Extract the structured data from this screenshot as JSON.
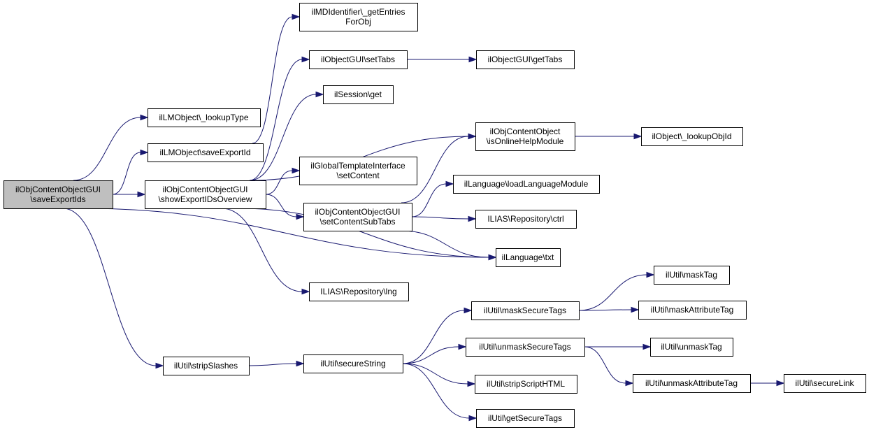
{
  "colors": {
    "edge": "#191970",
    "root_fill": "#bfbfbf",
    "node_fill": "#ffffff",
    "border": "#000000"
  },
  "nodes": [
    {
      "id": "root",
      "lines": [
        "ilObjContentObjectGUI",
        "\\saveExportIds"
      ],
      "root": true
    },
    {
      "id": "lookupType",
      "lines": [
        "ilLMObject\\_lookupType"
      ]
    },
    {
      "id": "saveExportId",
      "lines": [
        "ilLMObject\\saveExportId"
      ]
    },
    {
      "id": "showOverview",
      "lines": [
        "ilObjContentObjectGUI",
        "\\showExportIDsOverview"
      ]
    },
    {
      "id": "stripSlashes",
      "lines": [
        "ilUtil\\stripSlashes"
      ]
    },
    {
      "id": "mdGetEntries",
      "lines": [
        "ilMDIdentifier\\_getEntries",
        "ForObj"
      ]
    },
    {
      "id": "setTabs",
      "lines": [
        "ilObjectGUI\\setTabs"
      ]
    },
    {
      "id": "sessionGet",
      "lines": [
        "ilSession\\get"
      ]
    },
    {
      "id": "setContent",
      "lines": [
        "ilGlobalTemplateInterface",
        "\\setContent"
      ]
    },
    {
      "id": "setContentSubTabs",
      "lines": [
        "ilObjContentObjectGUI",
        "\\setContentSubTabs"
      ]
    },
    {
      "id": "repoLng",
      "lines": [
        "ILIAS\\Repository\\lng"
      ]
    },
    {
      "id": "secureString",
      "lines": [
        "ilUtil\\secureString"
      ]
    },
    {
      "id": "getTabs",
      "lines": [
        "ilObjectGUI\\getTabs"
      ]
    },
    {
      "id": "isOnlineHelp",
      "lines": [
        "ilObjContentObject",
        "\\isOnlineHelpModule"
      ]
    },
    {
      "id": "loadLangModule",
      "lines": [
        "ilLanguage\\loadLanguageModule"
      ]
    },
    {
      "id": "repoCtrl",
      "lines": [
        "ILIAS\\Repository\\ctrl"
      ]
    },
    {
      "id": "langTxt",
      "lines": [
        "ilLanguage\\txt"
      ]
    },
    {
      "id": "maskSecureTags",
      "lines": [
        "ilUtil\\maskSecureTags"
      ]
    },
    {
      "id": "unmaskSecureTags",
      "lines": [
        "ilUtil\\unmaskSecureTags"
      ]
    },
    {
      "id": "stripScriptHTML",
      "lines": [
        "ilUtil\\stripScriptHTML"
      ]
    },
    {
      "id": "getSecureTags",
      "lines": [
        "ilUtil\\getSecureTags"
      ]
    },
    {
      "id": "lookupObjId",
      "lines": [
        "ilObject\\_lookupObjId"
      ]
    },
    {
      "id": "maskTag",
      "lines": [
        "ilUtil\\maskTag"
      ]
    },
    {
      "id": "maskAttributeTag",
      "lines": [
        "ilUtil\\maskAttributeTag"
      ]
    },
    {
      "id": "unmaskTag",
      "lines": [
        "ilUtil\\unmaskTag"
      ]
    },
    {
      "id": "unmaskAttributeTag",
      "lines": [
        "ilUtil\\unmaskAttributeTag"
      ]
    },
    {
      "id": "secureLink",
      "lines": [
        "ilUtil\\secureLink"
      ]
    }
  ],
  "edges": [
    {
      "from": "root",
      "to": "lookupType"
    },
    {
      "from": "root",
      "to": "saveExportId"
    },
    {
      "from": "root",
      "to": "showOverview"
    },
    {
      "from": "root",
      "to": "langTxt"
    },
    {
      "from": "root",
      "to": "stripSlashes"
    },
    {
      "from": "saveExportId",
      "to": "mdGetEntries"
    },
    {
      "from": "showOverview",
      "to": "setTabs"
    },
    {
      "from": "showOverview",
      "to": "sessionGet"
    },
    {
      "from": "showOverview",
      "to": "isOnlineHelp"
    },
    {
      "from": "showOverview",
      "to": "setContent"
    },
    {
      "from": "showOverview",
      "to": "setContentSubTabs"
    },
    {
      "from": "showOverview",
      "to": "langTxt"
    },
    {
      "from": "showOverview",
      "to": "repoLng"
    },
    {
      "from": "setTabs",
      "to": "getTabs"
    },
    {
      "from": "isOnlineHelp",
      "to": "lookupObjId"
    },
    {
      "from": "setContentSubTabs",
      "to": "isOnlineHelp"
    },
    {
      "from": "setContentSubTabs",
      "to": "loadLangModule"
    },
    {
      "from": "setContentSubTabs",
      "to": "repoCtrl"
    },
    {
      "from": "setContentSubTabs",
      "to": "langTxt"
    },
    {
      "from": "stripSlashes",
      "to": "secureString"
    },
    {
      "from": "secureString",
      "to": "maskSecureTags"
    },
    {
      "from": "secureString",
      "to": "unmaskSecureTags"
    },
    {
      "from": "secureString",
      "to": "stripScriptHTML"
    },
    {
      "from": "secureString",
      "to": "getSecureTags"
    },
    {
      "from": "maskSecureTags",
      "to": "maskTag"
    },
    {
      "from": "maskSecureTags",
      "to": "maskAttributeTag"
    },
    {
      "from": "unmaskSecureTags",
      "to": "unmaskTag"
    },
    {
      "from": "unmaskSecureTags",
      "to": "unmaskAttributeTag"
    },
    {
      "from": "unmaskAttributeTag",
      "to": "secureLink"
    }
  ]
}
